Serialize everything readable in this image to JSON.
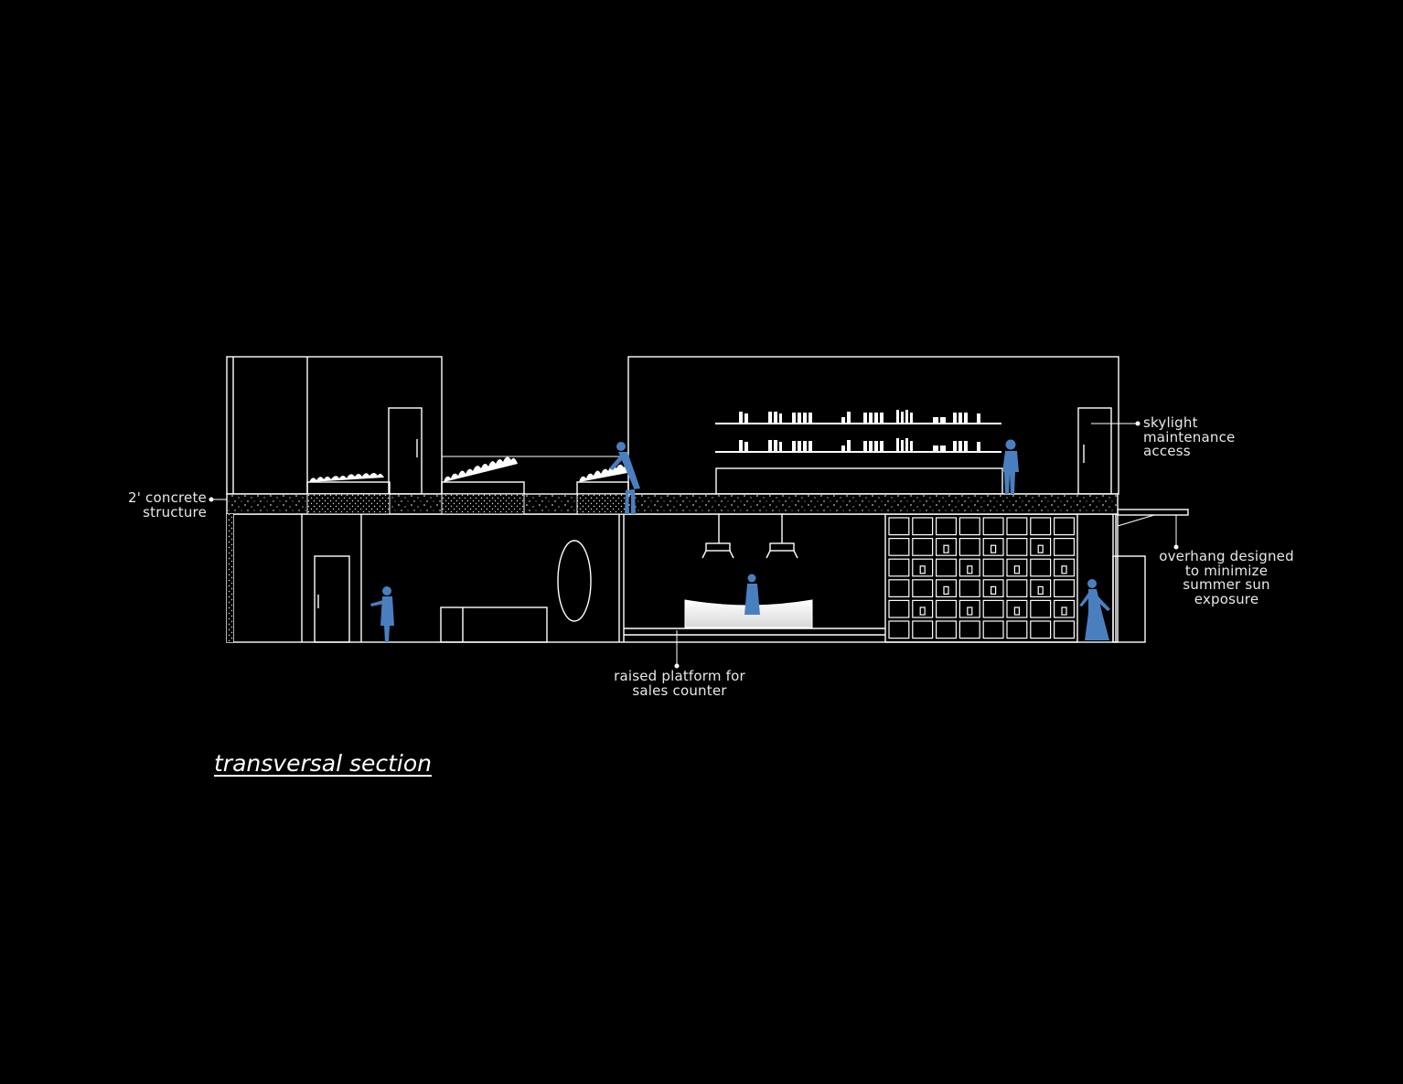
{
  "title": "transversal section",
  "annotations": {
    "concrete": [
      "2' concrete",
      "structure"
    ],
    "skylight": [
      "skylight",
      "maintenance",
      "access"
    ],
    "overhang": [
      "overhang designed",
      "to minimize",
      "summer sun",
      "exposure"
    ],
    "platform": [
      "raised platform for",
      "sales counter"
    ]
  },
  "colors": {
    "background": "#000000",
    "linework": "#ffffff",
    "figures": "#4a7fbf"
  }
}
